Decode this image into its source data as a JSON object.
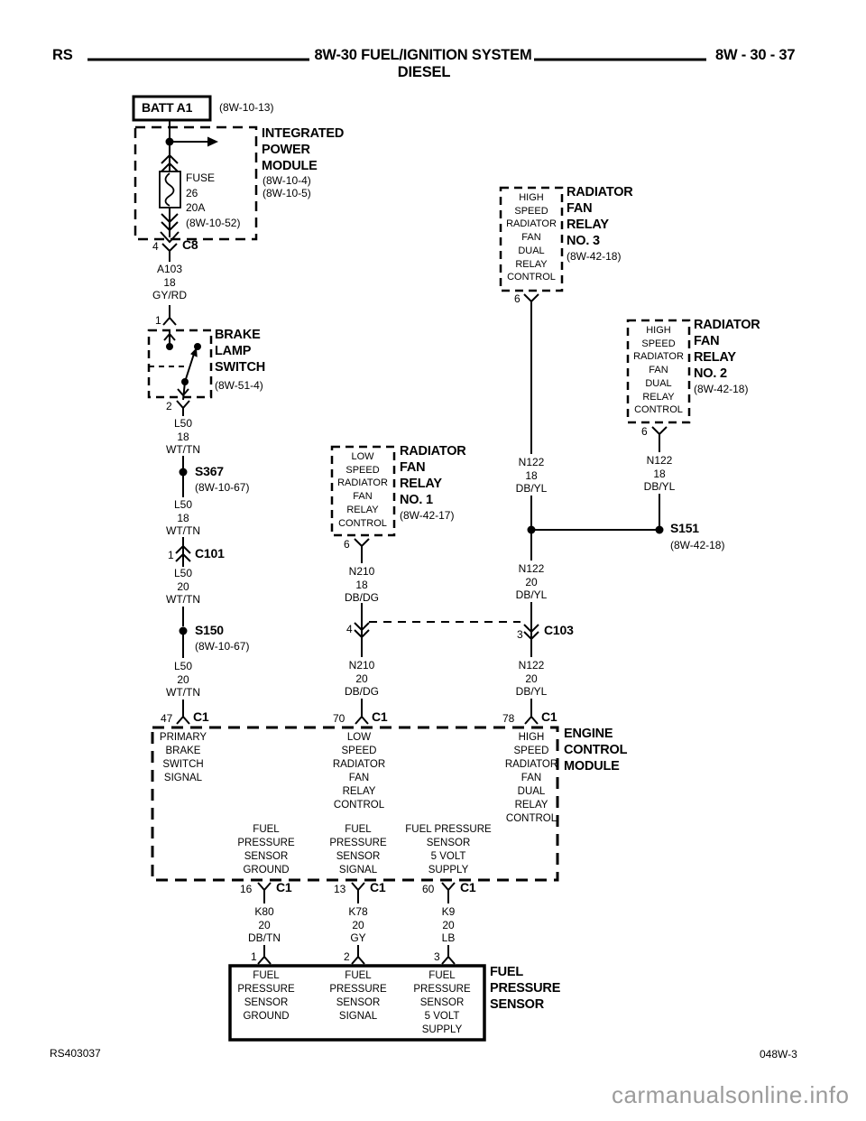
{
  "header": {
    "model": "RS",
    "title": "8W-30 FUEL/IGNITION SYSTEM",
    "subtitle": "DIESEL",
    "page_number": "8W - 30 - 37"
  },
  "footer": {
    "doc_number": "RS403037",
    "sheet_number": "048W-3",
    "watermark": "carmanualsonline.info"
  },
  "battery": {
    "label": "BATT A1",
    "ref": "(8W-10-13)"
  },
  "ipm": {
    "name": "INTEGRATED\nPOWER\nMODULE",
    "refs": "(8W-10-4)\n(8W-10-5)",
    "fuse_label": "FUSE\n26\n20A\n(8W-10-52)",
    "connector_pin": "4",
    "connector_name": "C8"
  },
  "brake_switch": {
    "pin_in": "1",
    "name": "BRAKE\nLAMP\nSWITCH",
    "ref": "(8W-51-4)",
    "pin_out": "2"
  },
  "wires": {
    "a103": "A103\n18\nGY/RD",
    "l50_18_a": "L50\n18\nWT/TN",
    "l50_18_b": "L50\n18\nWT/TN",
    "l50_20_a": "L50\n20\nWT/TN",
    "l50_20_b": "L50\n20\nWT/TN",
    "n210_18": "N210\n18\nDB/DG",
    "n210_20": "N210\n20\nDB/DG",
    "n122_18_a": "N122\n18\nDB/YL",
    "n122_18_b": "N122\n18\nDB/YL",
    "n122_20_a": "N122\n20\nDB/YL",
    "n122_20_b": "N122\n20\nDB/YL",
    "k80": "K80\n20\nDB/TN",
    "k78": "K78\n20\nGY",
    "k9": "K9\n20\nLB"
  },
  "splices": {
    "s367": {
      "name": "S367",
      "ref": "(8W-10-67)"
    },
    "s150": {
      "name": "S150",
      "ref": "(8W-10-67)"
    },
    "s151": {
      "name": "S151",
      "ref": "(8W-42-18)"
    }
  },
  "connectors": {
    "c101": {
      "pin": "1",
      "name": "C101"
    },
    "c103": {
      "pin_left": "4",
      "pin_right": "3",
      "name": "C103"
    }
  },
  "relay1": {
    "terminal": "LOW\nSPEED\nRADIATOR\nFAN\nRELAY\nCONTROL",
    "name": "RADIATOR\nFAN\nRELAY\nNO. 1",
    "ref": "(8W-42-17)",
    "pin": "6"
  },
  "relay2": {
    "terminal": "HIGH\nSPEED\nRADIATOR\nFAN\nDUAL\nRELAY\nCONTROL",
    "name": "RADIATOR\nFAN\nRELAY\nNO. 2",
    "ref": "(8W-42-18)",
    "pin": "6"
  },
  "relay3": {
    "terminal": "HIGH\nSPEED\nRADIATOR\nFAN\nDUAL\nRELAY\nCONTROL",
    "name": "RADIATOR\nFAN\nRELAY\nNO. 3",
    "ref": "(8W-42-18)",
    "pin": "6"
  },
  "ecm": {
    "name": "ENGINE\nCONTROL\nMODULE",
    "pins_top": [
      {
        "pin": "47",
        "conn": "C1"
      },
      {
        "pin": "70",
        "conn": "C1"
      },
      {
        "pin": "78",
        "conn": "C1"
      }
    ],
    "inputs": [
      "PRIMARY\nBRAKE\nSWITCH\nSIGNAL",
      "LOW\nSPEED\nRADIATOR\nFAN\nRELAY\nCONTROL",
      "HIGH\nSPEED\nRADIATOR\nFAN\nDUAL\nRELAY\nCONTROL"
    ],
    "outputs": [
      "FUEL\nPRESSURE\nSENSOR\nGROUND",
      "FUEL\nPRESSURE\nSENSOR\nSIGNAL",
      "FUEL PRESSURE\nSENSOR\n5 VOLT\nSUPPLY"
    ],
    "pins_bottom": [
      {
        "pin": "16",
        "conn": "C1"
      },
      {
        "pin": "13",
        "conn": "C1"
      },
      {
        "pin": "60",
        "conn": "C1"
      }
    ]
  },
  "sensor": {
    "name": "FUEL\nPRESSURE\nSENSOR",
    "pins": [
      "1",
      "2",
      "3"
    ],
    "terminals": [
      "FUEL\nPRESSURE\nSENSOR\nGROUND",
      "FUEL\nPRESSURE\nSENSOR\nSIGNAL",
      "FUEL\nPRESSURE\nSENSOR\n5 VOLT\nSUPPLY"
    ]
  },
  "colors": {
    "line": "#000000",
    "watermark": "#9b9b9b",
    "background": "#ffffff"
  }
}
